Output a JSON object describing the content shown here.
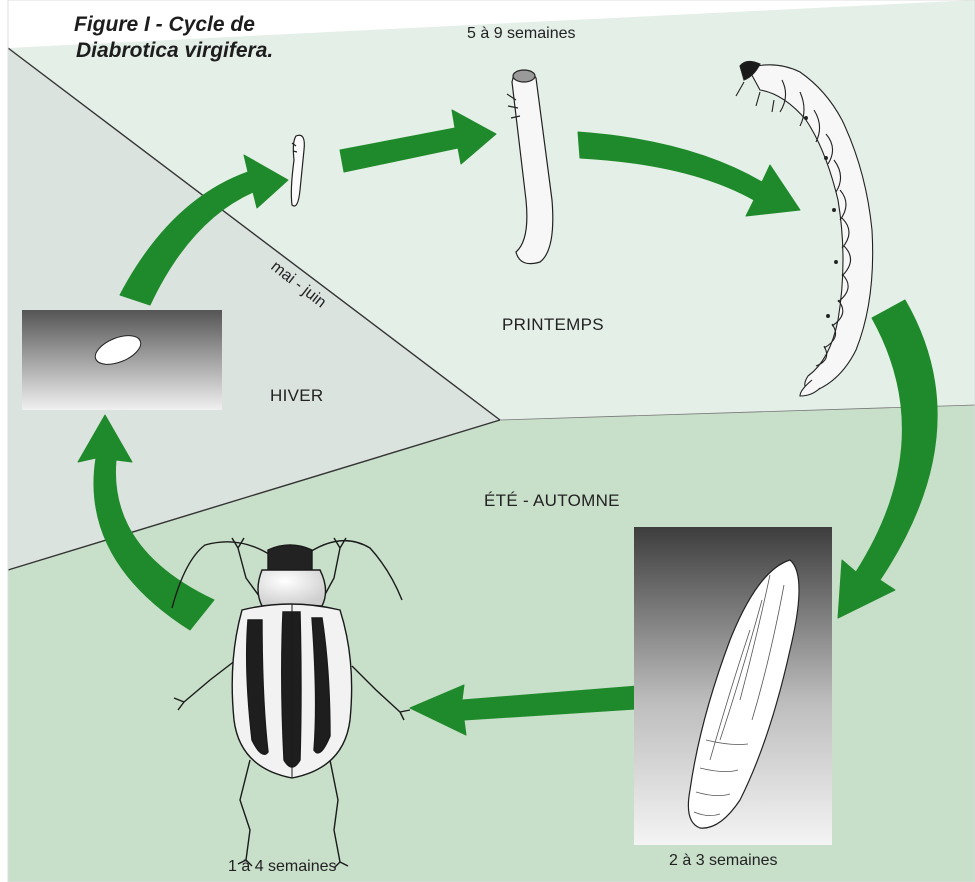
{
  "figure": {
    "title_line1": "Figure I - Cycle de",
    "title_line2": "Diabrotica virgifera."
  },
  "seasons": {
    "winter": "HIVER",
    "spring": "PRINTEMPS",
    "summer_autumn": "ÉTÉ - AUTOMNE"
  },
  "stages": {
    "hatching_period": "mai - juin",
    "larva_duration": "5 à 9 semaines",
    "pupa_duration": "2 à 3 semaines",
    "adult_duration": "1 à 4 semaines"
  },
  "colors": {
    "arrow": "#1f8a2b",
    "winter_zone": "#dde6e1",
    "spring_zone": "#e3eee6",
    "summer_zone": "#c9dfcc"
  }
}
